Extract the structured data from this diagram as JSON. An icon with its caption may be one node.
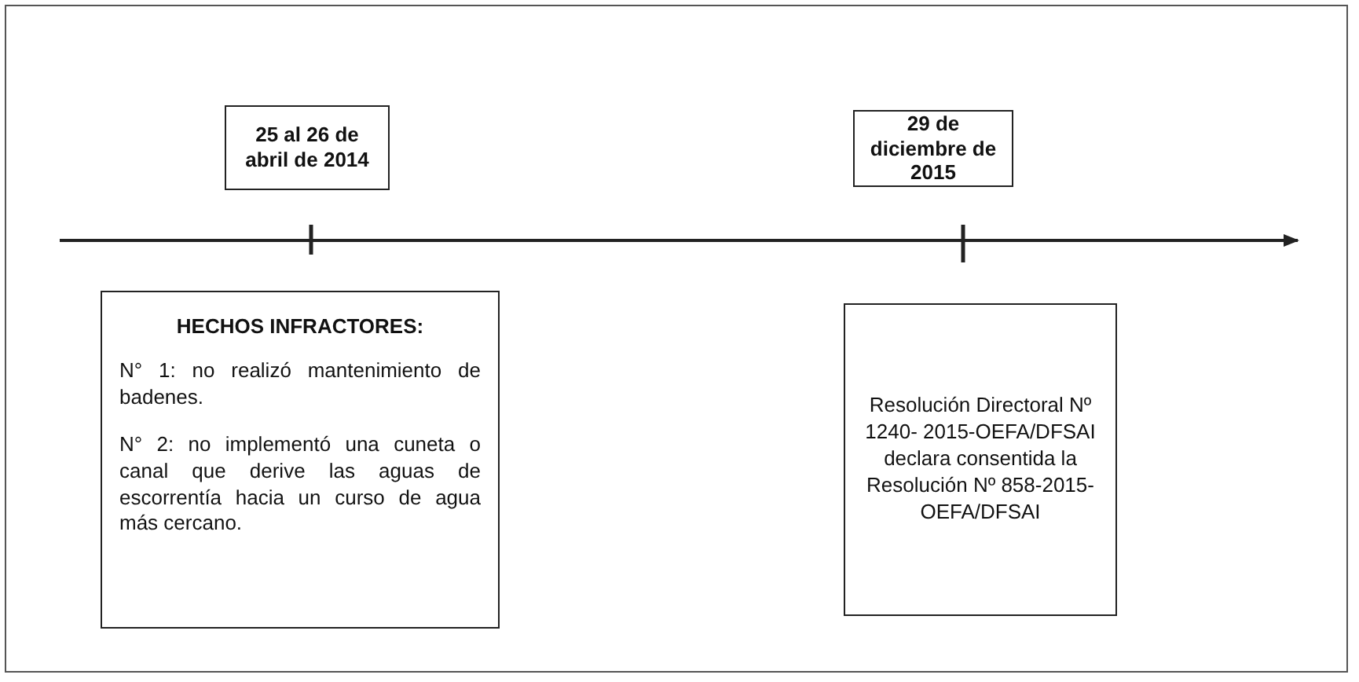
{
  "diagram": {
    "nodes": [
      {
        "text": [
          "25 al 26 de abril de 2014"
        ]
      },
      {
        "text": [
          "29 de diciembre de 2015"
        ]
      },
      {
        "text": [
          "HECHOS INFRACTORES:",
          "N° 1: no realizó mantenimiento de badenes.",
          "N° 2: no implementó una cuneta o canal que derive las aguas de escorrentía hacia un curso de agua más cercano."
        ]
      },
      {
        "text": [
          "Resolución Directoral Nº 1240- 2015-OEFA/DFSAI declara consentida la Resolución Nº 858-2015- OEFA/DFSAI"
        ]
      }
    ]
  }
}
